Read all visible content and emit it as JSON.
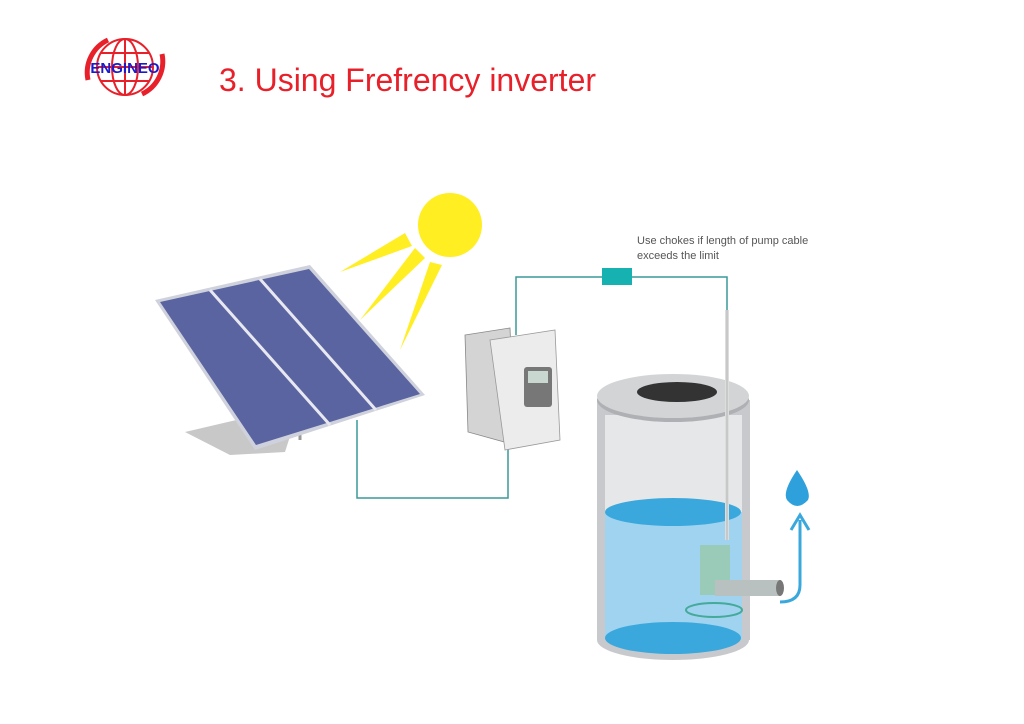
{
  "logo": {
    "text": "ENGINEO",
    "colors": {
      "globe": "#e8202a",
      "text": "#1a1acc"
    }
  },
  "title": "3. Using Frefrency inverter",
  "diagram": {
    "components": [
      "solar-panel",
      "sun",
      "frequency-inverter",
      "choke",
      "water-tank",
      "submersible-pump",
      "water-drop",
      "flow-arrow"
    ],
    "note_line1": "Use chokes if length of pump cable",
    "note_line2": "exceeds the limit",
    "colors": {
      "cable": "#3a9a9a",
      "choke": "#16b2b2",
      "panel": "#5a64a0",
      "sun": "#ffee22",
      "water": "#3aa8dc"
    }
  }
}
